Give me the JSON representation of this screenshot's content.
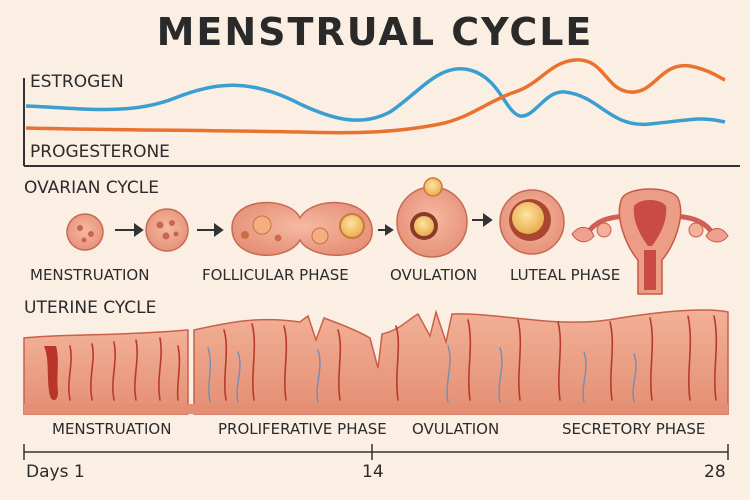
{
  "title": "MENSTRUAL CYCLE",
  "hormones": {
    "estrogen_label": "ESTROGEN",
    "progesterone_label": "PROGESTERONE",
    "estrogen_color": "#3a9fd0",
    "progesterone_color": "#e8732f"
  },
  "ovarian": {
    "heading": "OVARIAN CYCLE",
    "stages": [
      "MENSTRUATION",
      "FOLLICULAR PHASE",
      "OVULATION",
      "LUTEAL PHASE"
    ]
  },
  "uterine": {
    "heading": "UTERINE CYCLE",
    "phases": [
      "MENSTRUATION",
      "PROLIFERATIVE PHASE",
      "OVULATION",
      "SECRETORY PHASE"
    ]
  },
  "timeline": {
    "start_label": "Days 1",
    "mid_label": "14",
    "end_label": "28"
  },
  "colors": {
    "background": "#fbeee3",
    "tissue": "#eda48a",
    "tissue_dark": "#c9503c",
    "vessel": "#b93a2c",
    "vein": "#6f8fb5"
  }
}
